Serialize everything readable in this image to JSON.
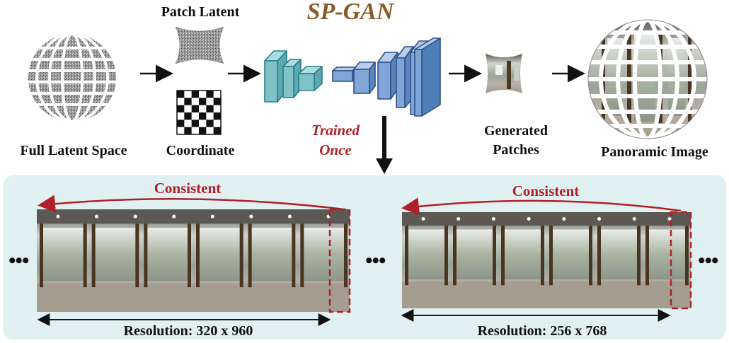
{
  "top": {
    "full_latent_label": "Full Latent Space",
    "patch_latent_label": "Patch Latent",
    "coordinate_label": "Coordinate",
    "sp_gan_title": "SP-GAN",
    "trained_once_line1": "Trained",
    "trained_once_line2": "Once",
    "generated_patches_line1": "Generated",
    "generated_patches_line2": "Patches",
    "panoramic_label": "Panoramic Image"
  },
  "bottom": {
    "left_consistent_label": "Consistent",
    "right_consistent_label": "Consistent",
    "left_resolution_label": "Resolution: 320 x 960",
    "right_resolution_label": "Resolution: 256 x 768",
    "ellipsis": "•••"
  },
  "colors": {
    "title_brown": "#8a5a2b",
    "accent_red": "#b0202a",
    "teal_block": "#7fc3c8",
    "teal_stroke": "#2a7f88",
    "blue_block": "#7fa6d6",
    "blue_stroke": "#2d4f86",
    "panel_bg": "#e1f0f1"
  },
  "icons": [
    "latent-sphere-icon",
    "checkerboard-icon",
    "down-arrow-icon",
    "right-arrow-icon"
  ]
}
